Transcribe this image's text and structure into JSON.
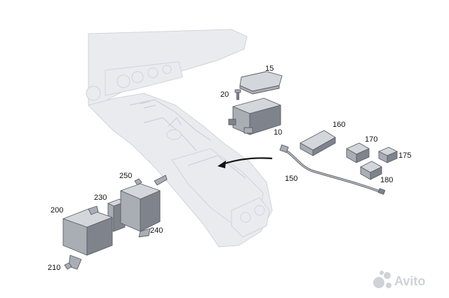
{
  "diagram": {
    "callouts": [
      {
        "id": "15",
        "label": "15"
      },
      {
        "id": "20",
        "label": "20"
      },
      {
        "id": "10",
        "label": "10"
      },
      {
        "id": "160",
        "label": "160"
      },
      {
        "id": "170",
        "label": "170"
      },
      {
        "id": "175",
        "label": "175"
      },
      {
        "id": "150",
        "label": "150"
      },
      {
        "id": "180",
        "label": "180"
      },
      {
        "id": "250",
        "label": "250"
      },
      {
        "id": "230",
        "label": "230"
      },
      {
        "id": "200",
        "label": "200"
      },
      {
        "id": "240",
        "label": "240"
      },
      {
        "id": "210",
        "label": "210"
      }
    ],
    "arrow_color": "#111111",
    "console_color": "#e9ebef",
    "part_color": "#8a8f98"
  },
  "watermark": {
    "text": "Avito",
    "color": "#cfd2d6"
  }
}
